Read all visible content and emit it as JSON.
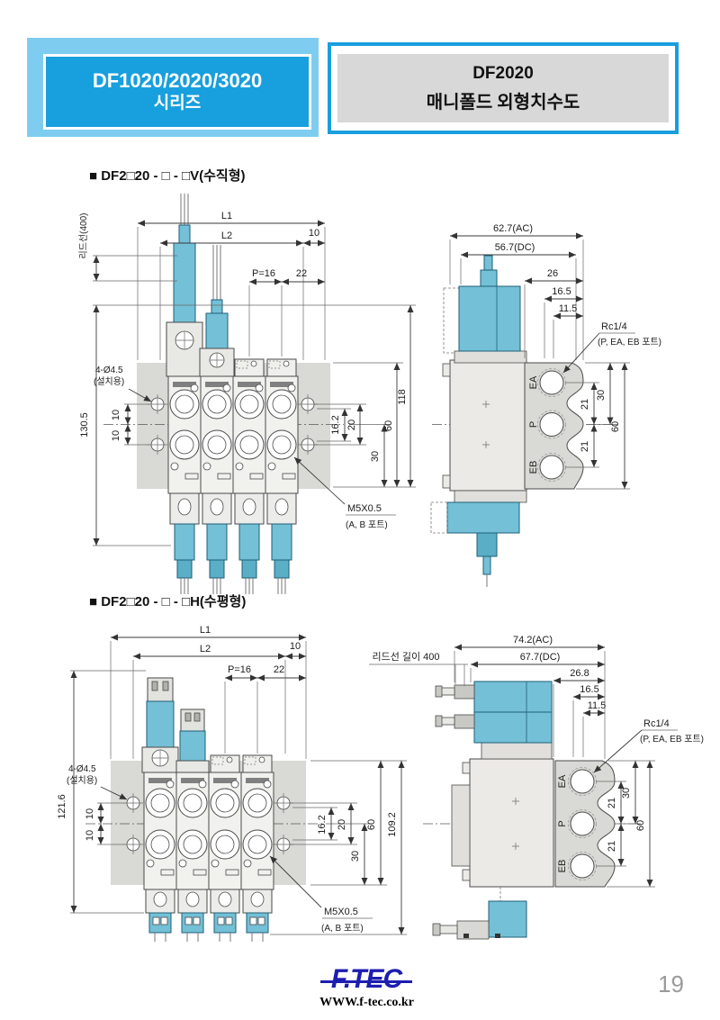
{
  "header": {
    "series_line1": "DF1020/2020/3020",
    "series_line2": "시리즈",
    "model": "DF2020",
    "model_subtitle": "매니폴드 외형치수도"
  },
  "sections": {
    "v_title": "■ DF2□20 - □ - □V(수직형)",
    "h_title": "■ DF2□20 - □ - □H(수평형)"
  },
  "vf": {
    "lead": "리드선(400)",
    "l1": "L1",
    "l2": "L2",
    "d10": "10",
    "p16": "P=16",
    "d22": "22",
    "h130": "130.5",
    "mount": "4-Ø4.5",
    "mount2": "(설치용)",
    "d10a": "10",
    "d10b": "10",
    "d162": "16.2",
    "d20": "20",
    "d30": "30",
    "d60": "60",
    "d118": "118",
    "m5": "M5X0.5",
    "m5p": "(A, B 포트)"
  },
  "vs": {
    "ac": "62.7(AC)",
    "dc": "56.7(DC)",
    "d26": "26",
    "d165": "16.5",
    "d115": "11.5",
    "rc": "Rc1/4",
    "rcp": "(P, EA, EB 포트)",
    "ea": "EA",
    "p": "P",
    "eb": "EB",
    "d21a": "21",
    "d21b": "21",
    "d30": "30",
    "d60": "60"
  },
  "hf": {
    "l1": "L1",
    "l2": "L2",
    "d10": "10",
    "p16": "P=16",
    "d22": "22",
    "h121": "121.6",
    "mount": "4-Ø4.5",
    "mount2": "(설치용)",
    "d10a": "10",
    "d10b": "10",
    "d162": "16.2",
    "d20": "20",
    "d30": "30",
    "d60": "60",
    "d1092": "109.2",
    "m5": "M5X0.5",
    "m5p": "(A, B 포트)"
  },
  "hs": {
    "lead": "리드선 길이 400",
    "ac": "74.2(AC)",
    "dc": "67.7(DC)",
    "d268": "26.8",
    "d165": "16.5",
    "d115": "11.5",
    "rc": "Rc1/4",
    "rcp": "(P, EA, EB 포트)",
    "ea": "EA",
    "p": "P",
    "eb": "EB",
    "d21a": "21",
    "d21b": "21",
    "d30": "30",
    "d60": "60"
  },
  "footer": {
    "logo": "F.TEC",
    "site": "WWW.f-tec.co.kr",
    "page": "19"
  }
}
